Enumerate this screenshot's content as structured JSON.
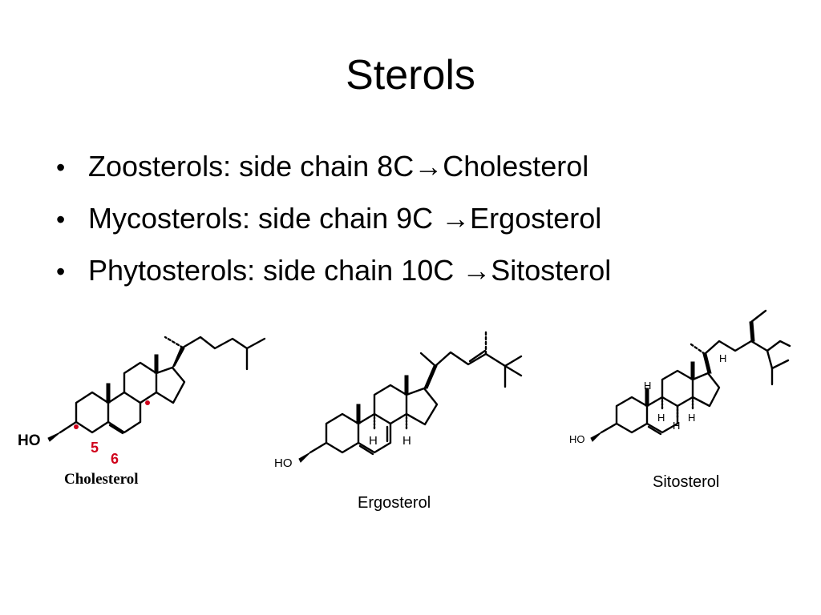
{
  "slide": {
    "title": "Sterols",
    "bullets": [
      {
        "text": "Zoosterols: side chain 8C→Cholesterol"
      },
      {
        "text": "Mycosterols: side chain 9C →Ergosterol"
      },
      {
        "text": "Phytosterols: side chain 10C →Sitosterol"
      }
    ],
    "bullet_glyph": "•"
  },
  "structures": {
    "cholesterol": {
      "caption": "Cholesterol",
      "ho_label": "HO",
      "carbon_5": "5",
      "carbon_6": "6",
      "highlight_color": "#d0021b"
    },
    "ergosterol": {
      "caption": "Ergosterol",
      "ho_label": "HO",
      "h_label": "H"
    },
    "sitosterol": {
      "caption": "Sitosterol",
      "ho_label": "HO",
      "h_label": "H"
    }
  }
}
